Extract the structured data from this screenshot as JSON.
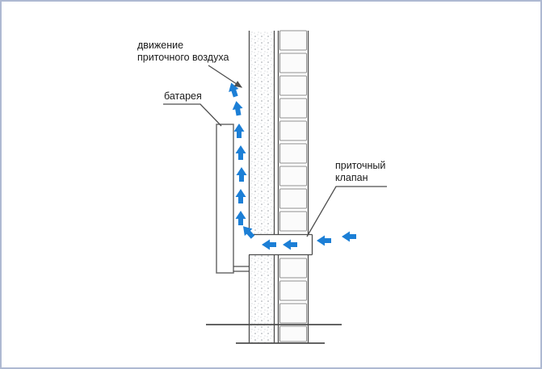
{
  "labels": {
    "air_movement_line1": "движение",
    "air_movement_line2": "приточного воздуха",
    "radiator": "батарея",
    "valve_line1": "приточный",
    "valve_line2": "клапан"
  },
  "icons": {
    "air_flow_arrow": "blue solid arrow showing supply air direction"
  },
  "colors": {
    "arrow": "#1c7fd6",
    "line": "#4d4d4d",
    "border": "#aeb9d2",
    "text": "#1a1a1a"
  }
}
